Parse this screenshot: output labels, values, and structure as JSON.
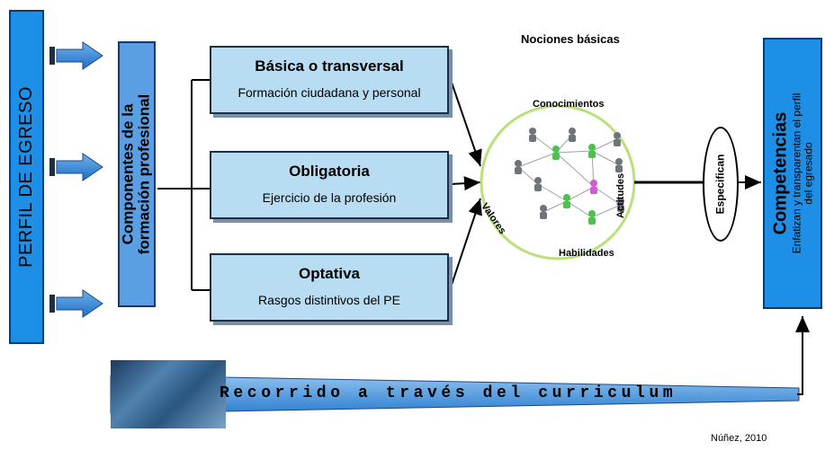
{
  "perfil": {
    "label": "PERFIL DE EGRESO"
  },
  "componentes": {
    "line1": "Componentes de la",
    "line2": "formación profesional"
  },
  "categories": [
    {
      "title": "Básica o transversal",
      "subtitle": "Formación ciudadana y personal"
    },
    {
      "title": "Obligatoria",
      "subtitle": "Ejercicio de la profesión"
    },
    {
      "title": "Optativa",
      "subtitle": "Rasgos distintivos del PE"
    }
  ],
  "nociones": {
    "title": "Nociones básicas",
    "conocimientos": "Conocimientos",
    "valores": "Valores",
    "actitudes": "Actitudes",
    "habilidades": "Habilidades"
  },
  "especifican": "Especifican",
  "competencias": {
    "title": "Competencias",
    "line1": "Enfatizan y transparentan el perfil",
    "line2": "del egresado"
  },
  "recorrido": "Recorrido a través del curriculum",
  "cita": "Núñez, 2010",
  "colors": {
    "blue": "#1e8fe6",
    "mid_blue": "#5a9fe4",
    "light_blue": "#b8dcf2",
    "circle_border": "#b9e07a"
  }
}
